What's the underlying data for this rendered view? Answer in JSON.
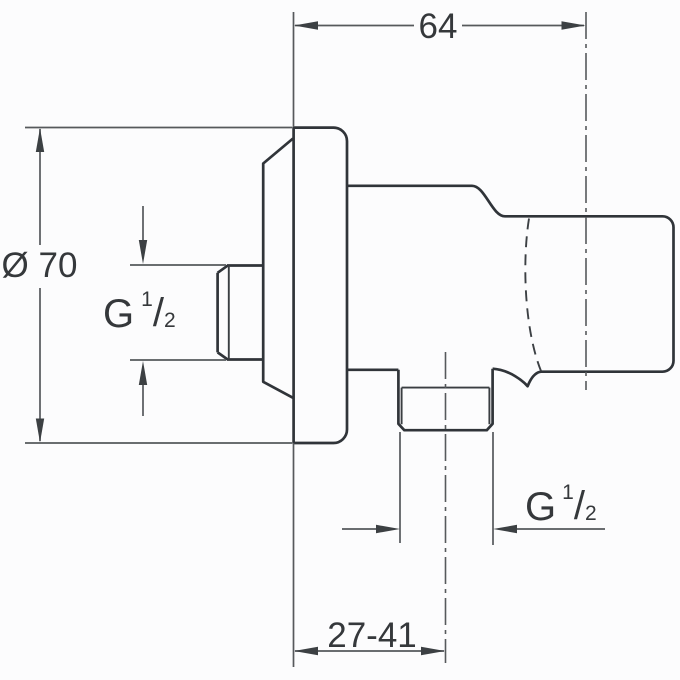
{
  "drawing": {
    "type": "technical-dimension-drawing",
    "subject": "wall-mounted shower outlet elbow with hand shower holder, side view",
    "background": "#fcfcfd",
    "colors": {
      "object_line": "#303439",
      "dimension_line": "#56595c",
      "text": "#35383b"
    },
    "dimensions": {
      "width_top": {
        "value": "64",
        "meaning": "projection from wall face"
      },
      "plate_diameter": {
        "value": "Ø 70",
        "meaning": "escutcheon plate diameter"
      },
      "wall_distance_range": {
        "value": "27-41",
        "meaning": "adjustable wall to outlet-centre distance"
      },
      "thread_left": {
        "prefix": "G",
        "numerator": "1",
        "slash": "/",
        "denominator": "2"
      },
      "thread_bottom": {
        "prefix": "G",
        "numerator": "1",
        "slash": "/",
        "denominator": "2"
      }
    }
  }
}
